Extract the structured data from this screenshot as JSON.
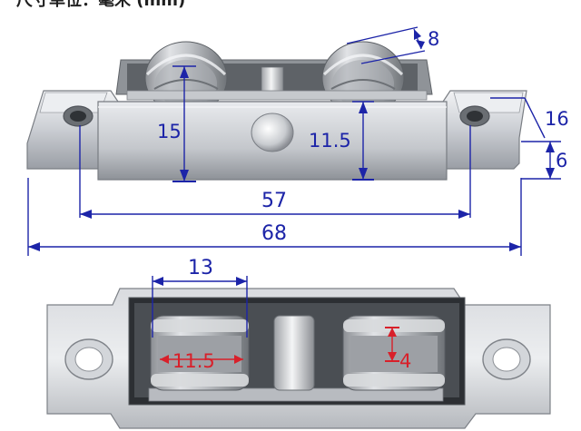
{
  "header": {
    "text": "尺寸单位：毫米 (mm)"
  },
  "dimensions": {
    "top_view": {
      "wheel_width": "8",
      "height_left": "15",
      "height_mid": "11.5",
      "side_width": "16",
      "side_thickness": "6",
      "hole_spacing": "57",
      "overall_length": "68"
    },
    "bottom_view": {
      "wheel_span": "13",
      "wheel_diameter": "11.5",
      "groove_depth": "4"
    }
  },
  "colors": {
    "dimension_line": "#1c24a8",
    "accent_red": "#d8202a",
    "metal_light": "#e4e6ea",
    "metal_mid": "#b9bcc2",
    "metal_dark": "#6e7278"
  }
}
